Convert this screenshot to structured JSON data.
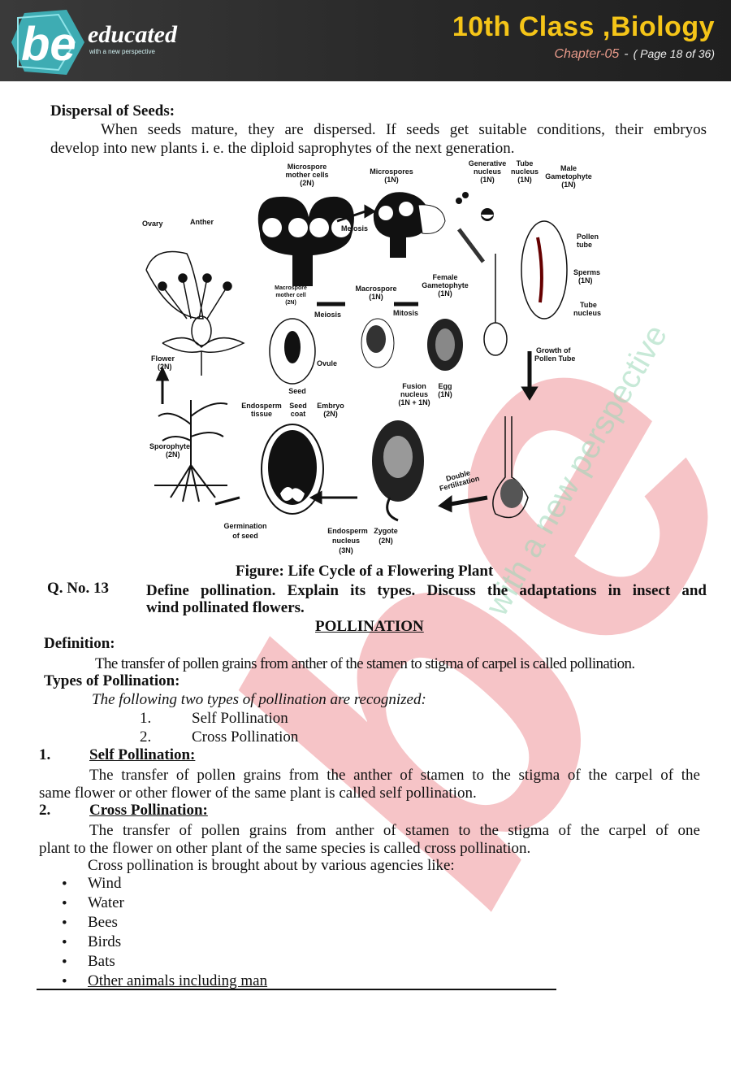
{
  "header": {
    "logo_be": "be",
    "logo_word": "educated",
    "logo_tagline": "with a new perspective",
    "title": "10th Class ,Biology",
    "chapter": "Chapter-05",
    "dash": "-",
    "page": "( Page 18 of 36)"
  },
  "section1": {
    "heading": "Dispersal of Seeds:",
    "para_line1": "When seeds mature, they are dispersed. If seeds get suitable conditions, their embryos",
    "para_line2": "develop into new plants i. e. the diploid saprophytes of the next generation."
  },
  "figure": {
    "caption": "Figure: Life Cycle of a Flowering Plant",
    "labels": {
      "microspore_mother": [
        "Microspore",
        "mother cells",
        "(2N)"
      ],
      "microspores": [
        "Microspores",
        "(1N)"
      ],
      "generative": [
        "Generative",
        "nucleus",
        "(1N)"
      ],
      "tube": [
        "Tube",
        "nucleus",
        "(1N)"
      ],
      "male_gam": [
        "Male",
        "Gametophyte",
        "(1N)"
      ],
      "ovary": "Ovary",
      "anther": "Anther",
      "meiosis_top": "Meiosis",
      "pollen_tube": [
        "Pollen",
        "tube"
      ],
      "sperms": [
        "Sperms",
        "(1N)"
      ],
      "tube_nucleus": [
        "Tube",
        "nucleus"
      ],
      "macro_mother": [
        "Macrospore",
        "mother cell",
        "(2N)"
      ],
      "macrospore": [
        "Macrospore",
        "(1N)"
      ],
      "female_gam": [
        "Female",
        "Gametophyte",
        "(1N)"
      ],
      "meiosis_mid": "Meiosis",
      "mitosis": "Mitosis",
      "flower": [
        "Flower",
        "(2N)"
      ],
      "ovule": "Ovule",
      "growth": [
        "Growth of",
        "Pollen Tube"
      ],
      "fusion": [
        "Fusion",
        "nucleus",
        "(1N + 1N)"
      ],
      "egg": [
        "Egg",
        "(1N)"
      ],
      "seed": "Seed",
      "endosperm_tissue": [
        "Endosperm",
        "tissue"
      ],
      "seed_coat": [
        "Seed",
        "coat"
      ],
      "embryo": [
        "Embryo",
        "(2N)"
      ],
      "sporophyte": [
        "Sporophyte",
        "(2N)"
      ],
      "double_fert": [
        "Double",
        "Fertilization"
      ],
      "germination": [
        "Germination",
        "of seed"
      ],
      "endosperm_nucleus": [
        "Endosperm",
        "nucleus",
        "(3N)"
      ],
      "zygote": [
        "Zygote",
        "(2N)"
      ]
    }
  },
  "question": {
    "number": "Q. No. 13",
    "line1": "Define pollination. Explain its types. Discuss the adaptations in insect and",
    "line2": "wind pollinated flowers."
  },
  "pollination": {
    "title": "POLLINATION",
    "def_heading": "Definition:",
    "def_text": "The transfer of pollen grains from anther of the stamen to stigma of carpel is called pollination.",
    "types_heading": "Types of Pollination:",
    "types_intro": "The following two types of pollination are recognized:",
    "types": [
      {
        "num": "1.",
        "label": "Self Pollination"
      },
      {
        "num": "2.",
        "label": "Cross Pollination"
      }
    ],
    "self": {
      "num": "1.",
      "heading": "Self Pollination:",
      "line1": "The transfer of pollen grains from the anther of stamen to the stigma of the carpel of the",
      "line2": "same flower or other flower of the same plant is called self pollination."
    },
    "cross": {
      "num": "2.",
      "heading": "Cross Pollination:",
      "line1": "The transfer of pollen grains from anther of stamen to the stigma of the carpel of one",
      "line2": "plant to the flower on other plant of the same species is called cross pollination.",
      "line3": "Cross pollination is brought about by various agencies like:"
    },
    "agencies": [
      "Wind",
      "Water",
      "Bees",
      "Birds",
      "Bats",
      "Other animals including man"
    ]
  },
  "watermark": {
    "big": "be",
    "small": "with a new perspective"
  },
  "colors": {
    "title_yellow": "#f5c518",
    "chapter_salmon": "#e89a8a",
    "logo_teal": "#3fc1c9",
    "watermark_red": "#e0303a",
    "watermark_green": "#9bd8b8"
  }
}
